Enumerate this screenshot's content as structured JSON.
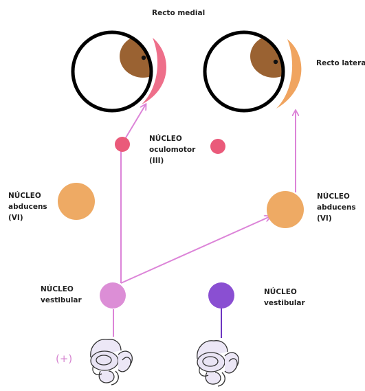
{
  "muscles": {
    "medial": "Recto medial",
    "lateral": "Recto lateral"
  },
  "nuclei": {
    "oculomotor": [
      "NÚCLEO",
      "oculomotor",
      "(III)"
    ],
    "abducens_left": [
      "NÚCLEO",
      "abducens",
      "(VI)"
    ],
    "abducens_right": [
      "NÚCLEO",
      "abducens",
      "(VI)"
    ],
    "vestibular_left": [
      "NÚCLEO",
      "vestibular"
    ],
    "vestibular_right": [
      "NÚCLEO",
      "vestibular"
    ]
  },
  "stimulus": "(+)",
  "colors": {
    "medial_rectus": "#ee6f8a",
    "lateral_rectus": "#f0a45f",
    "oculomotor_nucleus": "#ea5a7a",
    "abducens_nucleus": "#eeaa64",
    "vestibular_active": "#dc8ed6",
    "vestibular_inactive": "#8a4fd2",
    "pathway": "#dc84d8",
    "iris": "#9a6232",
    "pupil": "#111111",
    "ear": "#e9e4f4",
    "ear_outline": "#333333"
  }
}
